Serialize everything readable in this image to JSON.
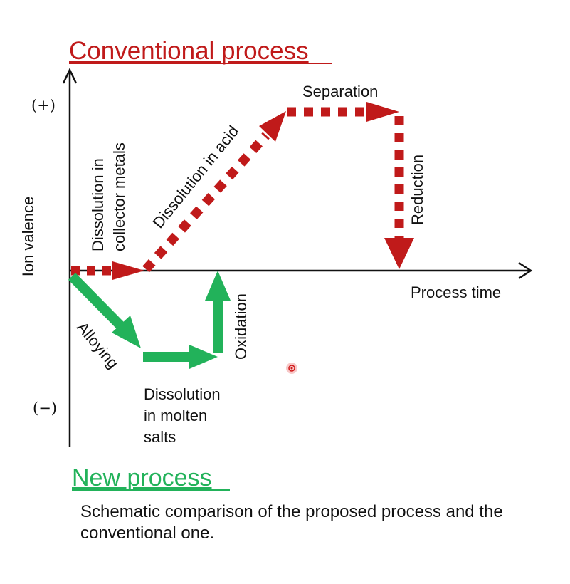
{
  "titles": {
    "conventional": "Conventional process",
    "new": "New process"
  },
  "axes": {
    "y_label": "Ion valence",
    "x_label": "Process time",
    "plus": "(+)",
    "minus": "(−)"
  },
  "conventional_steps": {
    "step1_line1": "Dissolution in",
    "step1_line2": "collector metals",
    "step2": "Dissolution in acid",
    "step3": "Separation",
    "step4": "Reduction"
  },
  "new_steps": {
    "step1": "Alloying",
    "step2_line1": "Dissolution",
    "step2_line2": "in molten",
    "step2_line3": "salts",
    "step3": "Oxidation"
  },
  "caption": "Schematic comparison of the proposed process and the conventional one.",
  "colors": {
    "conventional": "#c01a1a",
    "new": "#22b25a",
    "axis": "#111111"
  }
}
